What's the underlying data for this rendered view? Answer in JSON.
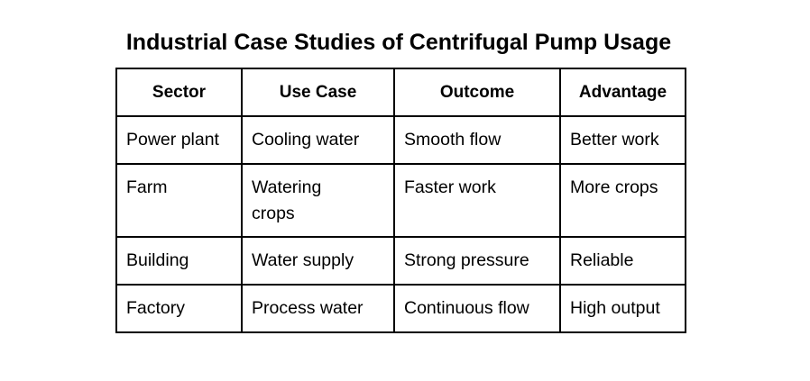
{
  "title": "Industrial Case Studies of Centrifugal Pump Usage",
  "table": {
    "headers": [
      "Sector",
      "Use Case",
      "Outcome",
      "Advantage"
    ],
    "rows": [
      [
        "Power plant",
        "Cooling water",
        "Smooth flow",
        "Better work"
      ],
      [
        "Farm",
        "Watering crops",
        "Faster work",
        "More crops"
      ],
      [
        "Building",
        "Water supply",
        "Strong pressure",
        "Reliable"
      ],
      [
        "Factory",
        "Process water",
        "Continuous flow",
        "High output"
      ]
    ]
  }
}
